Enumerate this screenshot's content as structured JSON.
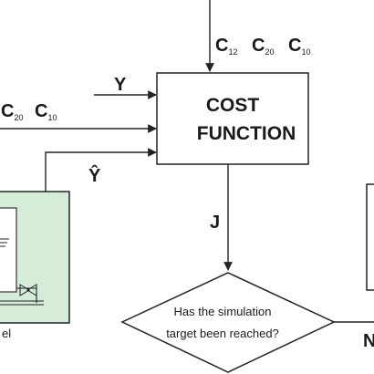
{
  "cost_function": {
    "line1": "COST",
    "line2": "FUNCTION"
  },
  "top_labels": [
    {
      "main": "C",
      "sub": "12"
    },
    {
      "main": "C",
      "sub": "20"
    },
    {
      "main": "C",
      "sub": "10"
    }
  ],
  "left_labels": [
    {
      "main": "C",
      "sub": "20"
    },
    {
      "main": "C",
      "sub": "10"
    }
  ],
  "inputs": {
    "measured": "Y",
    "estimated": "Ŷ"
  },
  "output": {
    "label": "J"
  },
  "decision": {
    "line1": "Has the simulation",
    "line2": "target been reached?",
    "no_branch": "N"
  },
  "model_box": {
    "label_fragment": "el"
  },
  "colors": {
    "model_fill": "#d4ecd8",
    "line": "#222222"
  }
}
